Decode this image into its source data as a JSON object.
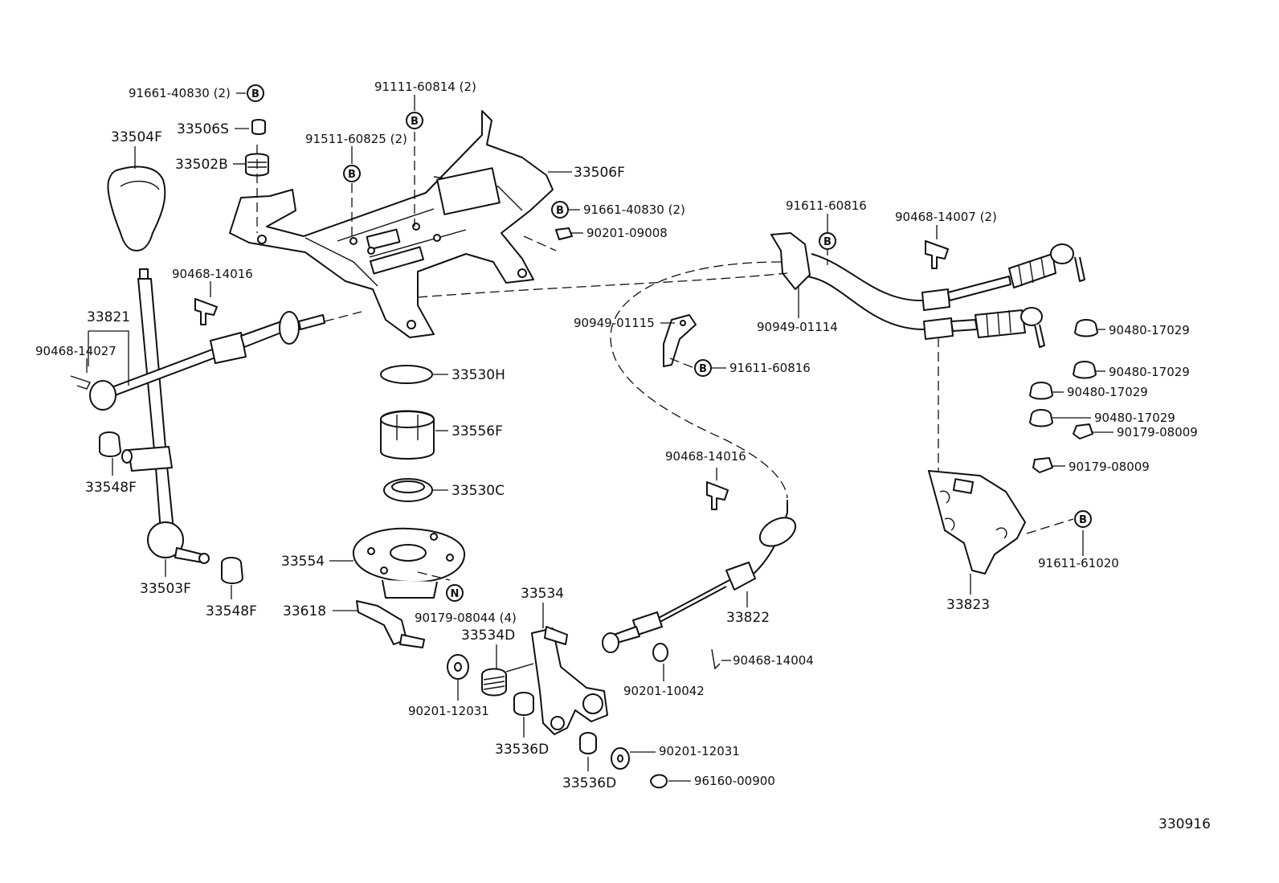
{
  "diagram": {
    "figure_code": "330916",
    "labels": {
      "l_91661_40830_a": "91661-40830 (2)",
      "l_33506S": "33506S",
      "l_33504F": "33504F",
      "l_33502B": "33502B",
      "l_91111_60814": "91111-60814 (2)",
      "l_91511_60825": "91511-60825 (2)",
      "l_33506F": "33506F",
      "l_91661_40830_b": "91661-40830 (2)",
      "l_90201_09008": "90201-09008",
      "l_91611_60816_a": "91611-60816",
      "l_90468_14007": "90468-14007 (2)",
      "l_90468_14016_a": "90468-14016",
      "l_33821": "33821",
      "l_90468_14027": "90468-14027",
      "l_90949_01115": "90949-01115",
      "l_90949_01114": "90949-01114",
      "l_90480_17029_a": "90480-17029",
      "l_91611_60816_b": "91611-60816",
      "l_33530H": "33530H",
      "l_90480_17029_b": "90480-17029",
      "l_90480_17029_c": "90480-17029",
      "l_90480_17029_d": "90480-17029",
      "l_90179_08009_a": "90179-08009",
      "l_33556F": "33556F",
      "l_33548F_a": "33548F",
      "l_90468_14016_b": "90468-14016",
      "l_90179_08009_b": "90179-08009",
      "l_33530C": "33530C",
      "l_91611_61020": "91611-61020",
      "l_33554": "33554",
      "l_33503F": "33503F",
      "l_33548F_b": "33548F",
      "l_33534": "33534",
      "l_33822": "33822",
      "l_33823": "33823",
      "l_33618": "33618",
      "l_90179_08044": "90179-08044 (4)",
      "l_33534D": "33534D",
      "l_90468_14004": "90468-14004",
      "l_90201_10042": "90201-10042",
      "l_90201_12031_a": "90201-12031",
      "l_33536D_a": "33536D",
      "l_33536D_b": "33536D",
      "l_90201_12031_b": "90201-12031",
      "l_96160_00900": "96160-00900"
    },
    "markers": {
      "b": "B",
      "n": "N"
    }
  }
}
